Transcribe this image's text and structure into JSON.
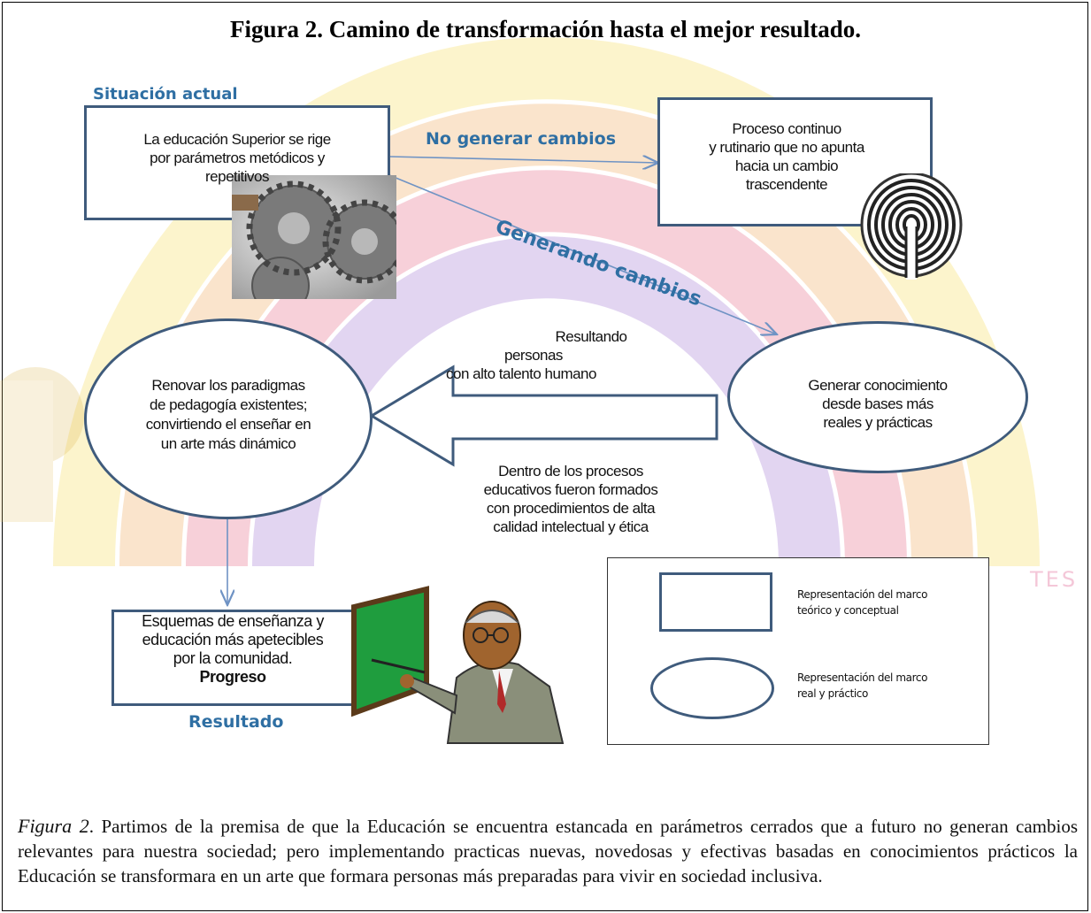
{
  "title": "Figura 2. Camino de transformación hasta el mejor resultado.",
  "labels": {
    "situacion": "Situación actual",
    "no_cambios": "No generar cambios",
    "generando": "Generando cambios",
    "resultado": "Resultado",
    "watermark_tes": "TES"
  },
  "nodes": {
    "situacion_box": [
      "La educación Superior se rige",
      "por parámetros metódicos y",
      "repetitivos"
    ],
    "proceso_box": [
      "Proceso continuo",
      "y rutinario que no apunta",
      "hacia un cambio",
      "trascendente"
    ],
    "generar_ellipse": [
      "Generar conocimiento",
      "desde bases más",
      "reales y prácticas"
    ],
    "renovar_ellipse": [
      "Renovar los paradigmas",
      "de pedagogía existentes;",
      "convirtiendo el enseñar en",
      "un arte más dinámico"
    ],
    "esquemas_box": [
      "Esquemas de enseñanza y",
      "educación más apetecibles",
      "por la comunidad."
    ],
    "esquemas_progreso": "Progreso"
  },
  "arrow_texts": {
    "resultando": [
      "Resultando",
      "personas",
      "con alto talento humano"
    ],
    "dentro": [
      "Dentro de los procesos",
      "educativos fueron formados",
      "con procedimientos de alta",
      "calidad intelectual y ética"
    ]
  },
  "legend": {
    "rect_label": [
      "Representación del marco",
      "teórico y conceptual"
    ],
    "ellipse_label": [
      "Representación del marco",
      "real y práctico"
    ]
  },
  "caption": {
    "figure_ref": "Figura 2",
    "text": ". Partimos de la premisa de que la Educación se encuentra estancada en parámetros cerrados que a futuro no generan cambios relevantes para nuestra sociedad; pero implementando practicas nuevas, novedosas y efectivas basadas en conocimientos prácticos la Educación se transformara en un arte que formara personas  más preparadas para vivir en sociedad inclusiva."
  },
  "colors": {
    "border_blue": "#3f5b7c",
    "label_blue": "#2f6fa3",
    "connector_blue": "#6f93c4",
    "board_green": "#1f9d3e"
  },
  "icons": [
    "gears-image",
    "labyrinth-image",
    "teacher-clipart",
    "rainbow-watermark"
  ]
}
